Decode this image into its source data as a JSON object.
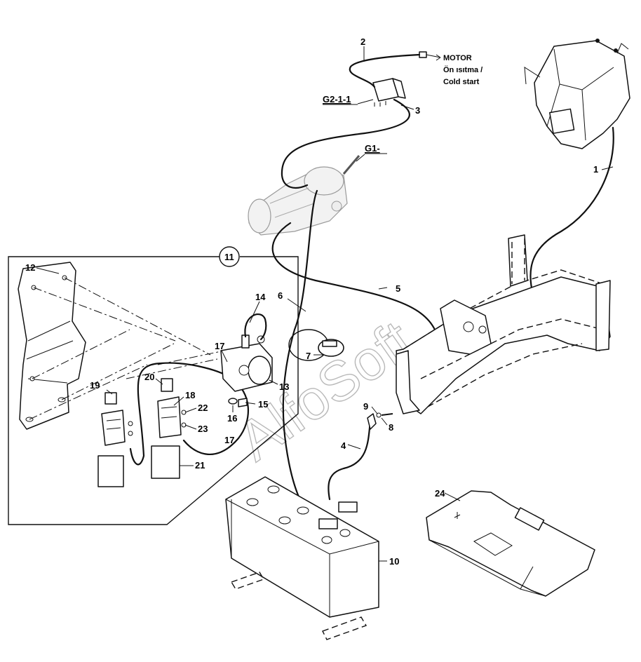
{
  "callouts": {
    "c1": "1",
    "c2": "2",
    "c3": "3",
    "c4": "4",
    "c5": "5",
    "c6": "6",
    "c7": "7",
    "c8": "8",
    "c9": "9",
    "c10": "10",
    "c11": "11",
    "c12": "12",
    "c13": "13",
    "c14": "14",
    "c15": "15",
    "c16": "16",
    "c17a": "17",
    "c17b": "17",
    "c18": "18",
    "c19": "19",
    "c20": "20",
    "c21": "21",
    "c22": "22",
    "c23": "23",
    "c24": "24"
  },
  "refs": {
    "g211": "G2-1-1",
    "g1": "G1-"
  },
  "note": {
    "line1": "MOTOR",
    "line2": "Ön ısıtma /",
    "line3": "Cold start"
  },
  "watermark": "AlfoSoft"
}
